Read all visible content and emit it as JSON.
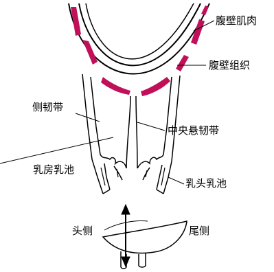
{
  "labels": {
    "abdominal_muscle": "腹壁肌肉",
    "abdominal_tissue": "腹壁组织",
    "lateral_ligament": "侧韧带",
    "median_suspensory_ligament": "中央悬韧带",
    "gland_cistern": "乳房乳池",
    "teat_cistern": "乳头乳池",
    "cranial": "头侧",
    "caudal": "尾侧"
  },
  "colors": {
    "muscle": "#c0105a",
    "line": "#000000",
    "background": "#ffffff"
  }
}
